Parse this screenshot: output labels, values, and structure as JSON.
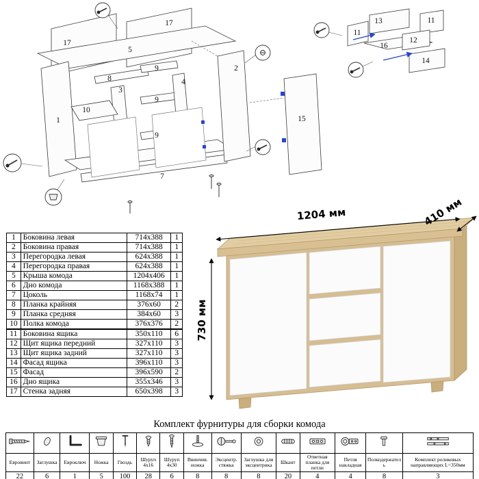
{
  "diagram": {
    "main_labels": [
      "17",
      "17",
      "5",
      "8",
      "3",
      "9",
      "9",
      "9",
      "10",
      "1",
      "4",
      "2",
      "15",
      "7"
    ],
    "drawer_labels": [
      "13",
      "11",
      "11",
      "12",
      "16",
      "14"
    ]
  },
  "dimensions": {
    "width": "1204 мм",
    "depth": "410 мм",
    "height": "730 мм"
  },
  "colors": {
    "wood": "#d6bd92",
    "wood_top": "#e2cda2",
    "wood_dark": "#c9ae7e",
    "front_white": "#fbfbfb",
    "outline": "#b49a6d",
    "accent_blue": "#2746c8"
  },
  "parts_table": {
    "rows": [
      {
        "num": "1",
        "name": "Боковина левая",
        "size": "714x388",
        "qty": "1"
      },
      {
        "num": "2",
        "name": "Боковина правая",
        "size": "714x388",
        "qty": "1"
      },
      {
        "num": "3",
        "name": "Перегородка левая",
        "size": "624x388",
        "qty": "1"
      },
      {
        "num": "4",
        "name": "Перегородка правая",
        "size": "624x388",
        "qty": "1"
      },
      {
        "num": "5",
        "name": "Крыша комода",
        "size": "1204x406",
        "qty": "1"
      },
      {
        "num": "6",
        "name": "Дно комода",
        "size": "1168x388",
        "qty": "1"
      },
      {
        "num": "7",
        "name": "Цоколь",
        "size": "1168x74",
        "qty": "1"
      },
      {
        "num": "8",
        "name": "Планка крайняя",
        "size": "376x60",
        "qty": "2"
      },
      {
        "num": "9",
        "name": "Планка средняя",
        "size": "384x60",
        "qty": "3"
      },
      {
        "num": "10",
        "name": "Полка комода",
        "size": "376x376",
        "qty": "2"
      },
      {
        "num": "11",
        "name": "Боковина ящика",
        "size": "350x110",
        "qty": "6"
      },
      {
        "num": "12",
        "name": "Щит ящика передний",
        "size": "327x110",
        "qty": "3"
      },
      {
        "num": "13",
        "name": "Щит ящика задний",
        "size": "327x110",
        "qty": "3"
      },
      {
        "num": "14",
        "name": "Фасад ящика",
        "size": "396x110",
        "qty": "3"
      },
      {
        "num": "15",
        "name": "Фасад",
        "size": "396x590",
        "qty": "2"
      },
      {
        "num": "16",
        "name": "Дно ящика",
        "size": "355x346",
        "qty": "3"
      },
      {
        "num": "17",
        "name": "Стенка задняя",
        "size": "650x398",
        "qty": "3"
      }
    ]
  },
  "hardware": {
    "title": "Комплект фурнитуры для сборки комода",
    "items": [
      {
        "icon": "euroscrew-icon",
        "name": "Евровинт",
        "qty": "22"
      },
      {
        "icon": "cap-icon",
        "name": "Заглушка",
        "qty": "6"
      },
      {
        "icon": "hexkey-icon",
        "name": "Евроключ",
        "qty": "1"
      },
      {
        "icon": "foot-icon",
        "name": "Ножка",
        "qty": "5"
      },
      {
        "icon": "nail-icon",
        "name": "Гвоздь",
        "qty": "100"
      },
      {
        "icon": "screw-4x16-icon",
        "name": "Шуруп 4x16",
        "qty": "28"
      },
      {
        "icon": "screw-4x30-icon",
        "name": "Шуруп 4x30",
        "qty": "6"
      },
      {
        "icon": "threaded-foot-icon",
        "name": "Ввинчив. ножка",
        "qty": "8"
      },
      {
        "icon": "cam-lock-icon",
        "name": "Эксцентр. стяжка",
        "qty": "8"
      },
      {
        "icon": "cam-cap-icon",
        "name": "Заглушка для эксцентрика",
        "qty": "8"
      },
      {
        "icon": "dowel-icon",
        "name": "Шкант",
        "qty": "20"
      },
      {
        "icon": "hinge-plate-icon",
        "name": "Ответная планка для петли",
        "qty": "4"
      },
      {
        "icon": "hinge-icon",
        "name": "Петля накладная",
        "qty": "4"
      },
      {
        "icon": "shelf-support-icon",
        "name": "Полкодержатель",
        "qty": "8"
      },
      {
        "icon": "drawer-slides-icon",
        "name": "Комплект роликовых направляющих L=350мм",
        "qty": "3"
      }
    ]
  }
}
